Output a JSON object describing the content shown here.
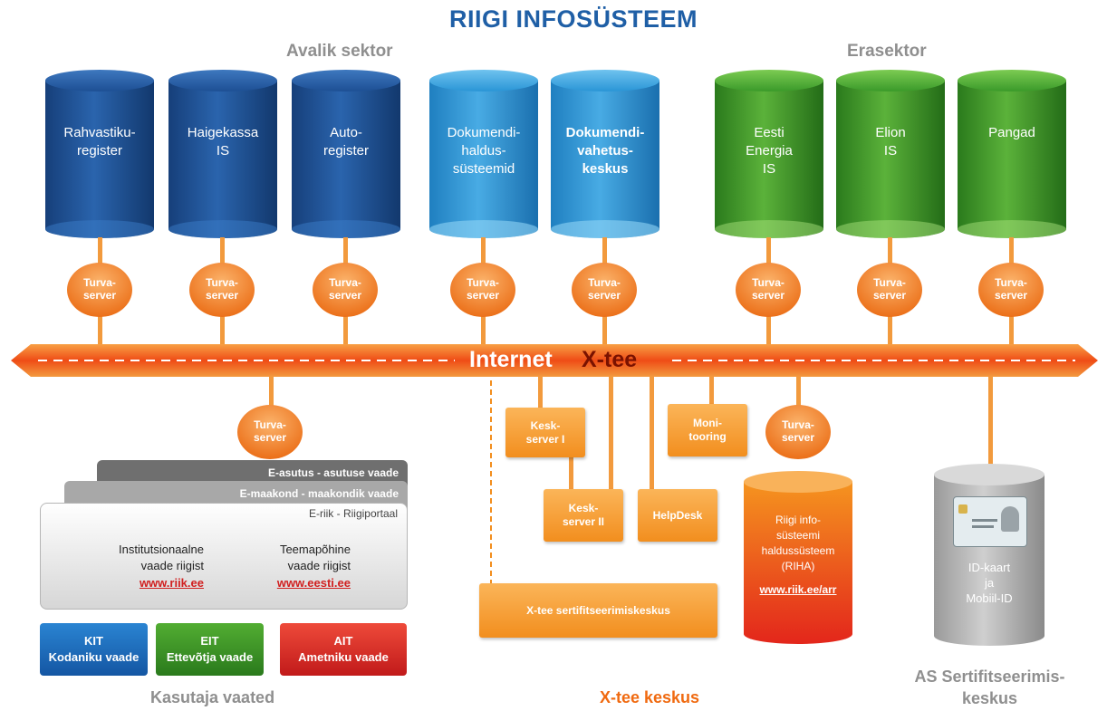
{
  "title": "RIIGI INFOSÜSTEEM",
  "public_sector_label": "Avalik sektor",
  "private_sector_label": "Erasektor",
  "databases": [
    {
      "label": "Rahvastiku-\nregister"
    },
    {
      "label": "Haigekassa\nIS"
    },
    {
      "label": "Auto-\nregister"
    },
    {
      "label": "Dokumendi-\nhaldus-\nsüsteemid"
    },
    {
      "label": "Dokumendi-\nvahetus-\nkeskus"
    },
    {
      "label": "Eesti\nEnergia\nIS"
    },
    {
      "label": "Elion\nIS"
    },
    {
      "label": "Pangad"
    }
  ],
  "security_server_label": "Turva-\nserver",
  "backbone": {
    "internet": "Internet",
    "xtee": "X-tee"
  },
  "central": {
    "kesk1": "Kesk-\nserver I",
    "kesk2": "Kesk-\nserver II",
    "helpdesk": "HelpDesk",
    "monitoring": "Moni-\ntooring",
    "cert_center": "X-tee sertifitseerimiskeskus"
  },
  "riha": {
    "label": "Riigi info-\nsüsteemi\nhaldussüsteem\n(RIHA)",
    "link": "www.riik.ee/arr"
  },
  "idcard": {
    "label": "ID-kaart\nja\nMobiil-ID"
  },
  "portal": {
    "tab_easutus": "E-asutus - asutuse vaade",
    "tab_emaakond": "E-maakond - maakondik vaade",
    "tab_eriik": "E-riik - Riigiportaal",
    "institutional": "Institutsionaalne\nvaade riigist",
    "institutional_link": "www.riik.ee",
    "thematic": "Teemapõhine\nvaade riigist",
    "thematic_link": "www.eesti.ee"
  },
  "views": [
    {
      "code": "KIT",
      "label": "Kodaniku vaade"
    },
    {
      "code": "EIT",
      "label": "Ettevõtja vaade"
    },
    {
      "code": "AIT",
      "label": "Ametniku vaade"
    }
  ],
  "captions": {
    "user_views": "Kasutaja vaated",
    "xtee_center": "X-tee keskus",
    "as_cert": "AS Sertifitseerimis-\nkeskus"
  },
  "colors": {
    "title": "#1f5fa6",
    "dark_blue": "#1d4f94",
    "light_blue": "#2a95d6",
    "green": "#3a9a2a",
    "orange": "#f28e1e",
    "red": "#e32a1c",
    "gray": "#8f8f8f"
  }
}
